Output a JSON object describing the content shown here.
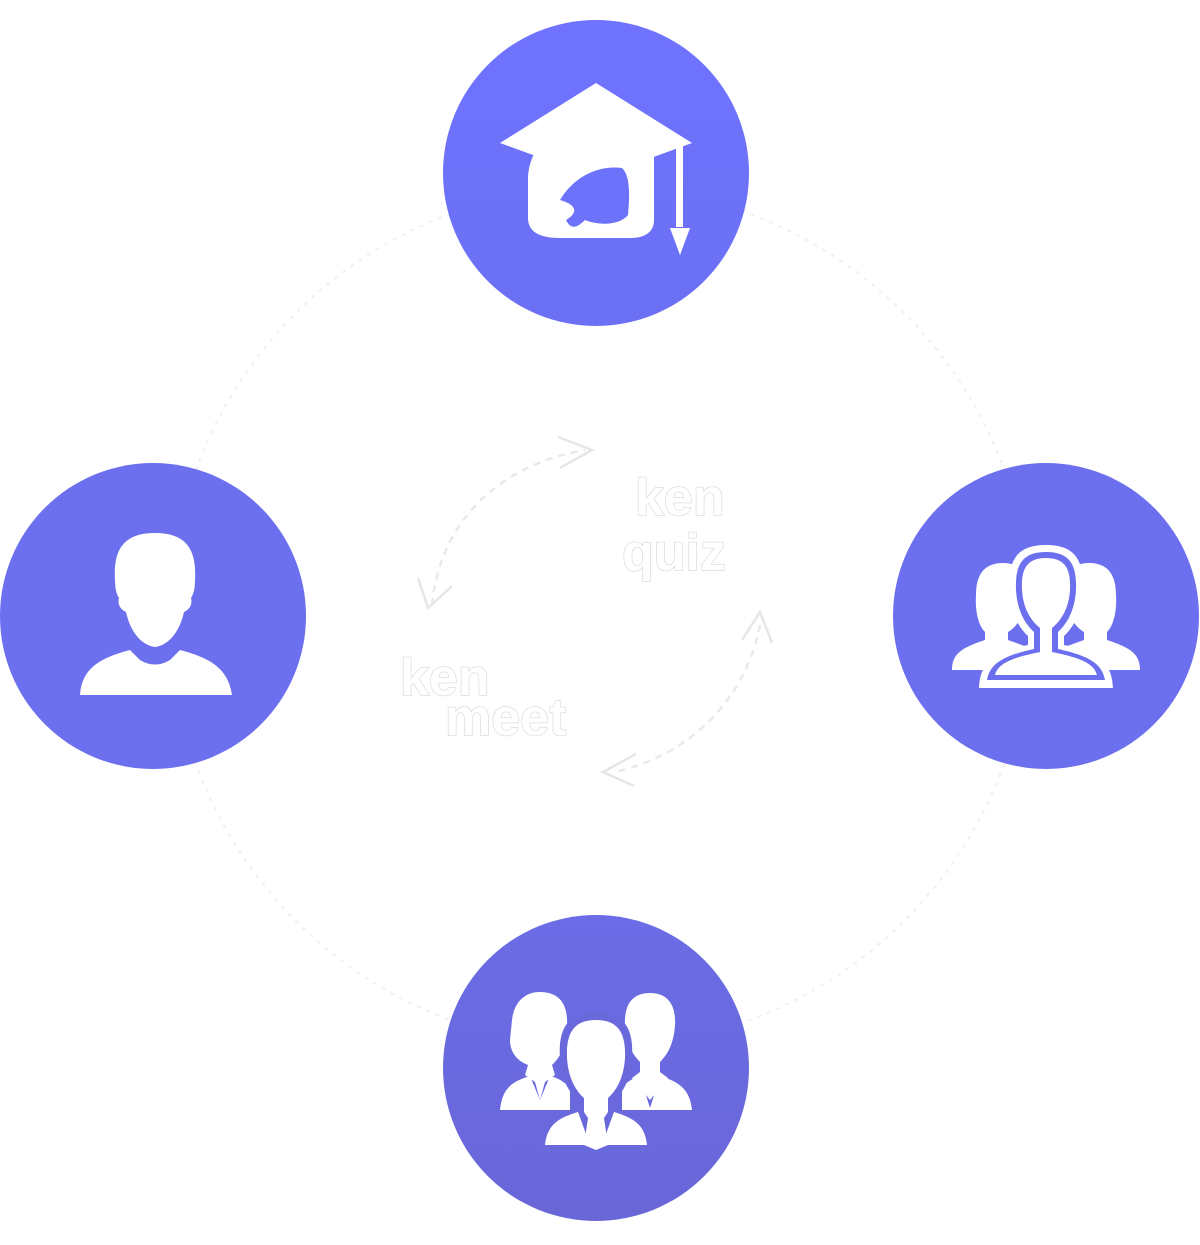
{
  "diagram": {
    "colors": {
      "node_top": "#6d72fb",
      "node_bottom": "#6a69dc",
      "node_side": "#6c6fee",
      "icon": "#ffffff",
      "ring": "#ededed",
      "arrow": "#ececec"
    },
    "center_logos": [
      {
        "id": "top-right",
        "line1": "ken",
        "line2": "quiz"
      },
      {
        "id": "bottom-left",
        "line1": "ken",
        "line2": "meet"
      }
    ],
    "nodes": [
      {
        "id": "top",
        "icon": "graduation-cap-student-icon"
      },
      {
        "id": "left",
        "icon": "single-user-icon"
      },
      {
        "id": "right",
        "icon": "user-group-icon"
      },
      {
        "id": "bottom",
        "icon": "team-people-icon"
      }
    ]
  }
}
